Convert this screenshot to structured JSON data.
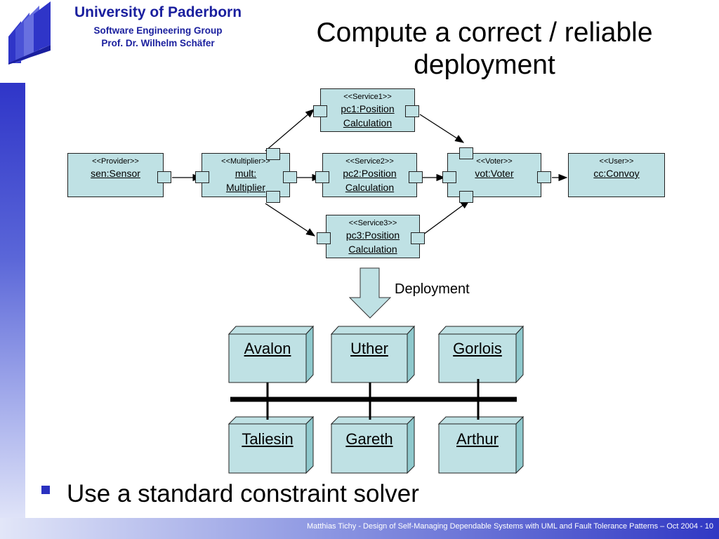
{
  "header": {
    "university": "University of Paderborn",
    "group": "Software Engineering Group",
    "professor": "Prof. Dr. Wilhelm Schäfer"
  },
  "title": "Compute a correct / reliable deployment",
  "components": {
    "provider": {
      "stereotype": "<<Provider>>",
      "line1": "sen:Sensor",
      "line2": ""
    },
    "multiplier": {
      "stereotype": "<<Multiplier>>",
      "line1": "mult:",
      "line2": "Multiplier"
    },
    "service1": {
      "stereotype": "<<Service1>>",
      "line1": "pc1:Position",
      "line2": "Calculation"
    },
    "service2": {
      "stereotype": "<<Service2>>",
      "line1": "pc2:Position",
      "line2": "Calculation"
    },
    "service3": {
      "stereotype": "<<Service3>>",
      "line1": "pc3:Position",
      "line2": "Calculation"
    },
    "voter": {
      "stereotype": "<<Voter>>",
      "line1": "vot:Voter",
      "line2": ""
    },
    "user": {
      "stereotype": "<<User>>",
      "line1": "cc:Convoy",
      "line2": ""
    }
  },
  "deployment_label": "Deployment",
  "nodes": [
    "Avalon",
    "Uther",
    "Gorlois",
    "Taliesin",
    "Gareth",
    "Arthur"
  ],
  "bullet": "Use a standard constraint solver",
  "footer": "Matthias Tichy - Design of Self-Managing Dependable Systems with UML and Fault Tolerance Patterns – Oct 2004 - 10",
  "colors": {
    "brand_blue": "#1a1f9e",
    "component_fill": "#bfe1e4",
    "node_fill": "#bfe1e4"
  }
}
